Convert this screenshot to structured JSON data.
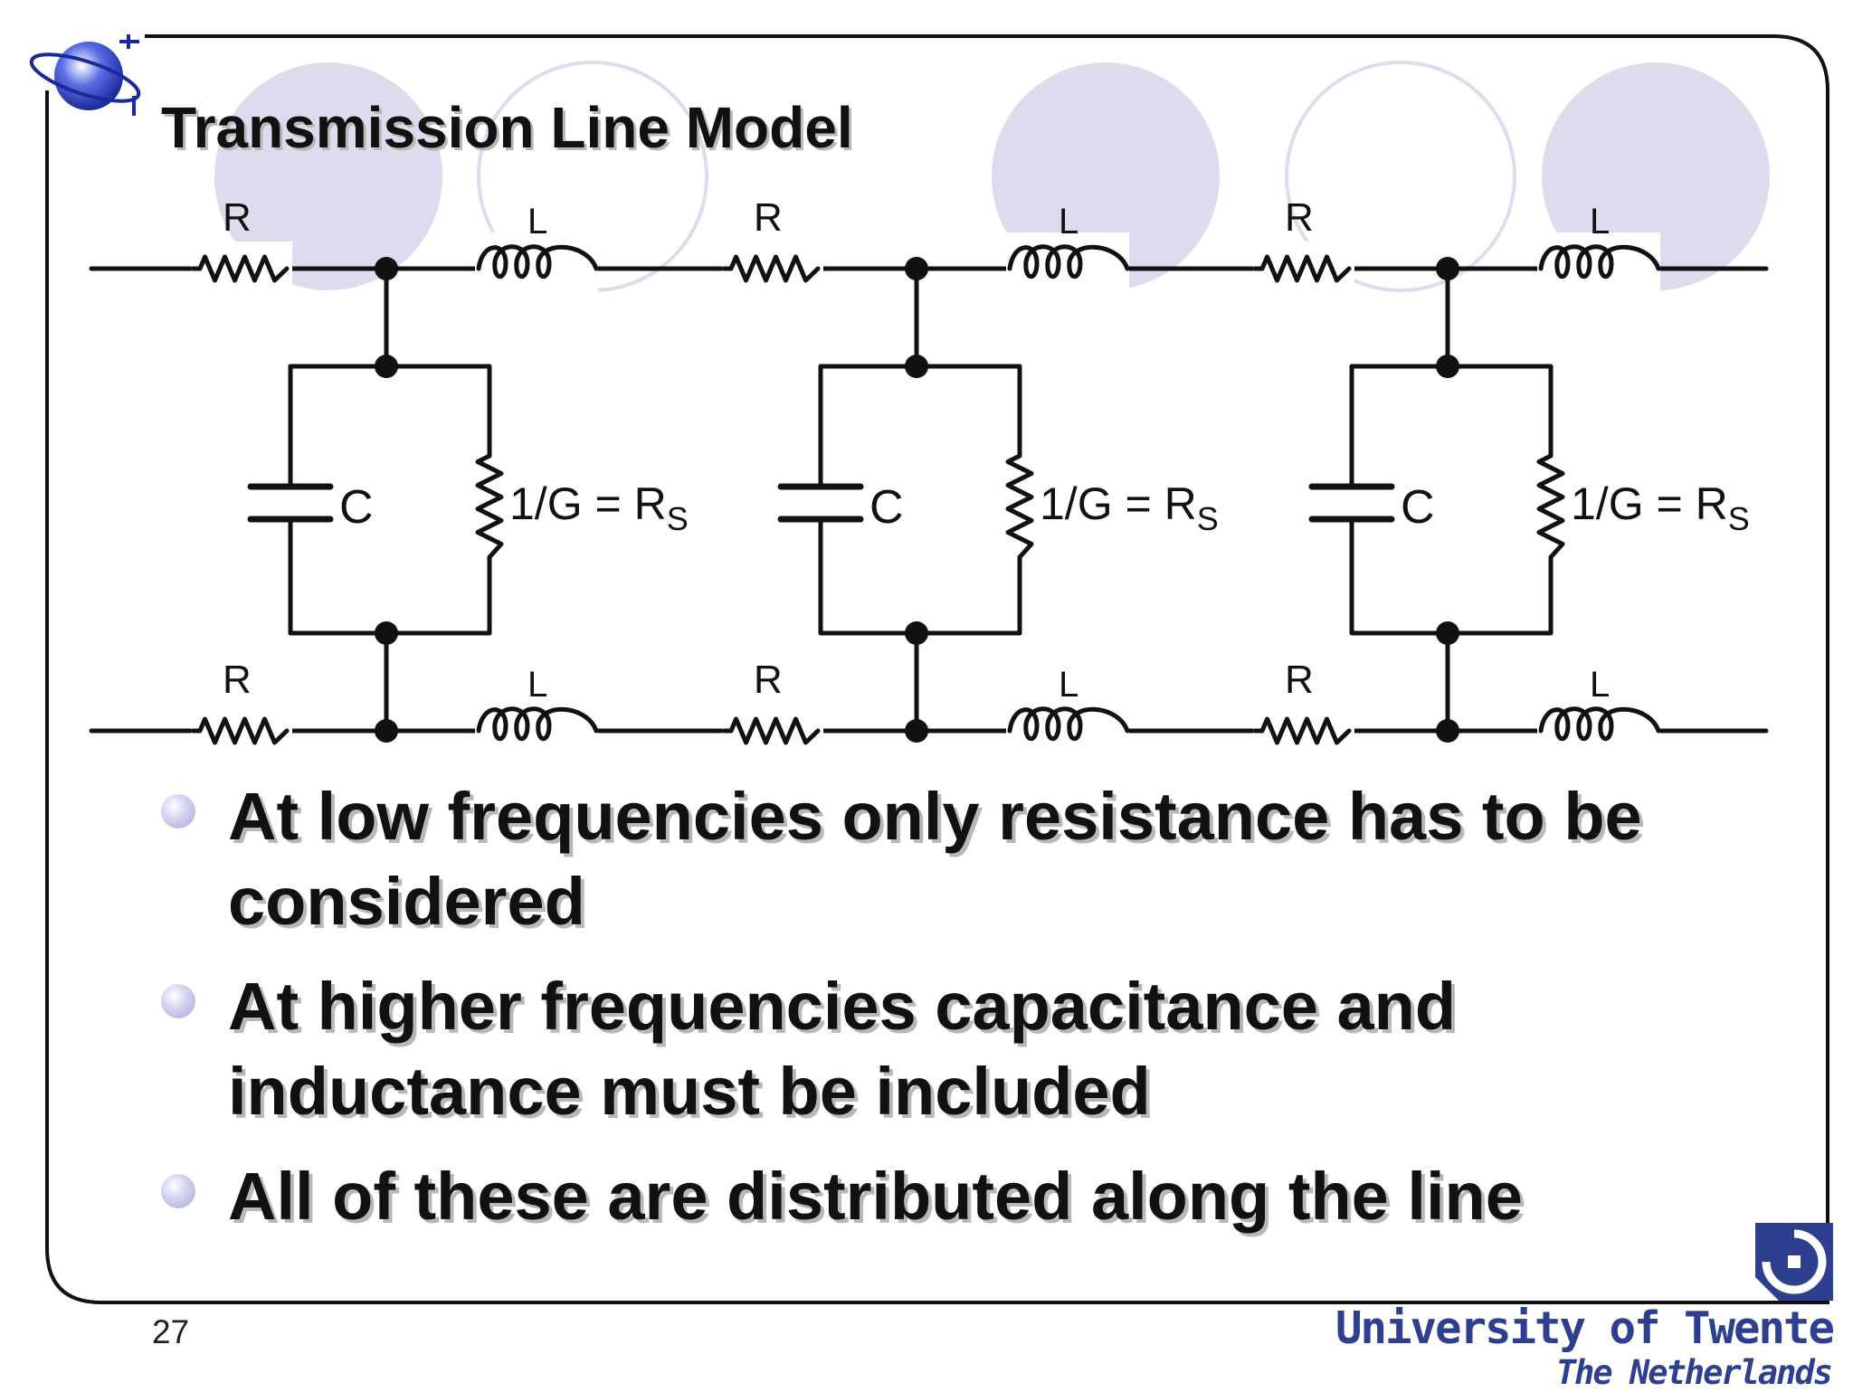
{
  "slide": {
    "title": "Transmission Line Model",
    "page_number": "27"
  },
  "circuit": {
    "series_resistor_label": "R",
    "series_inductor_label": "L",
    "capacitor_label": "C",
    "shunt_label": "1/G = R",
    "shunt_label_subscript": "S",
    "section_count": 3
  },
  "bullets": [
    "At low frequencies only resistance has to be considered",
    "At higher frequencies capacitance and inductance must be included",
    "All of these are distributed along the line"
  ],
  "footer": {
    "university_name": "University of Twente",
    "country": "The Netherlands"
  },
  "colors": {
    "decor_circle": "#dcdcee",
    "border": "#111111",
    "brand_blue": "#2e3f8f"
  },
  "icons": {
    "header_logo": "globe-satellite-icon",
    "university_logo": "university-of-twente-logo"
  }
}
